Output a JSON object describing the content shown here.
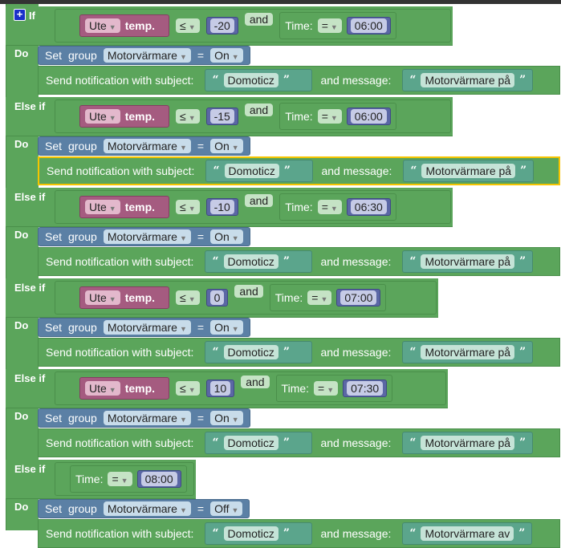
{
  "labels": {
    "if": "If",
    "else_if": "Else if",
    "do": "Do",
    "set": "Set",
    "group": "group",
    "equals": "=",
    "send": "Send notification with subject:",
    "and_message": "and message:",
    "time": "Time:",
    "and": "and"
  },
  "colors": {
    "logic": "#5ba55b",
    "sensor": "#a55b80",
    "value": "#5b67a5",
    "set": "#5b80a5",
    "text": "#5ba58c",
    "selected": "#f5c400"
  },
  "branches": [
    {
      "label": "If",
      "condition": {
        "sensor": "Ute",
        "prop": "temp.",
        "op": "≤",
        "value": "-20",
        "time_op": "=",
        "time": "06:00"
      },
      "set": {
        "device": "Motorvärmare",
        "state": "On"
      },
      "notify": {
        "subject": "Domoticz",
        "message": "Motorvärmare på"
      }
    },
    {
      "label": "Else if",
      "condition": {
        "sensor": "Ute",
        "prop": "temp.",
        "op": "≤",
        "value": "-15",
        "time_op": "=",
        "time": "06:00"
      },
      "set": {
        "device": "Motorvärmare",
        "state": "On"
      },
      "notify": {
        "subject": "Domoticz",
        "message": "Motorvärmare på",
        "selected": true
      }
    },
    {
      "label": "Else if",
      "condition": {
        "sensor": "Ute",
        "prop": "temp.",
        "op": "≤",
        "value": "-10",
        "time_op": "=",
        "time": "06:30"
      },
      "set": {
        "device": "Motorvärmare",
        "state": "On"
      },
      "notify": {
        "subject": "Domoticz",
        "message": "Motorvärmare på"
      }
    },
    {
      "label": "Else if",
      "condition": {
        "sensor": "Ute",
        "prop": "temp.",
        "op": "≤",
        "value": "0",
        "time_op": "=",
        "time": "07:00"
      },
      "set": {
        "device": "Motorvärmare",
        "state": "On"
      },
      "notify": {
        "subject": "Domoticz",
        "message": "Motorvärmare på"
      }
    },
    {
      "label": "Else if",
      "condition": {
        "sensor": "Ute",
        "prop": "temp.",
        "op": "≤",
        "value": "10",
        "time_op": "=",
        "time": "07:30"
      },
      "set": {
        "device": "Motorvärmare",
        "state": "On"
      },
      "notify": {
        "subject": "Domoticz",
        "message": "Motorvärmare på"
      }
    },
    {
      "label": "Else if",
      "condition": {
        "time_op": "=",
        "time": "08:00"
      },
      "set": {
        "device": "Motorvärmare",
        "state": "Off"
      },
      "notify": {
        "subject": "Domoticz",
        "message": "Motorvärmare av"
      }
    }
  ]
}
